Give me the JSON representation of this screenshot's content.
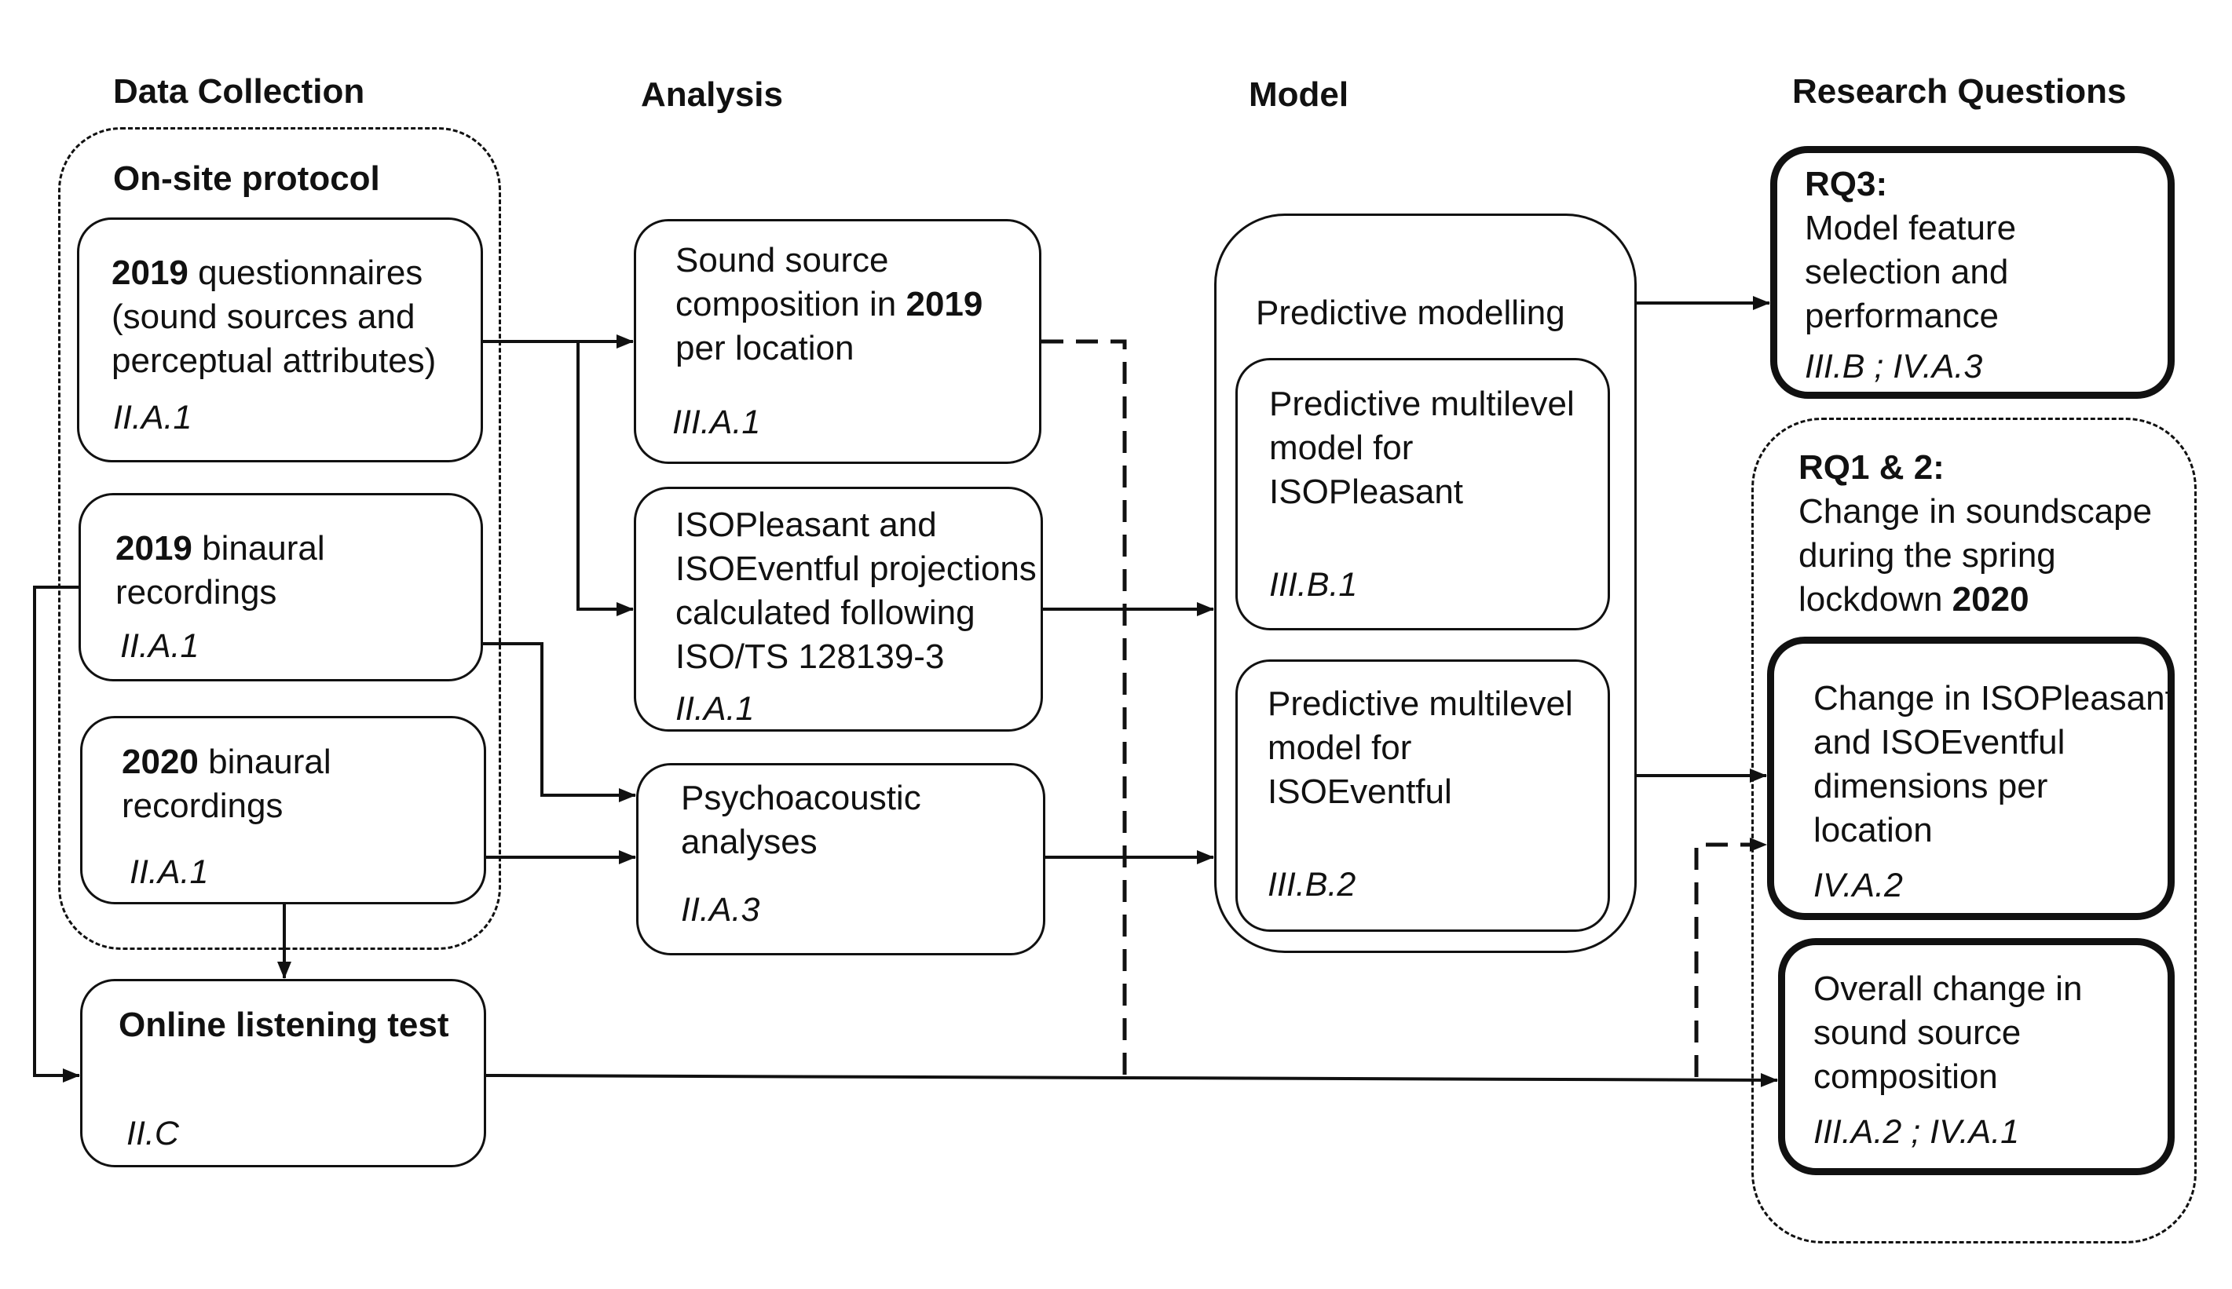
{
  "headers": {
    "data_collection": "Data Collection",
    "analysis": "Analysis",
    "model": "Model",
    "research_questions": "Research Questions"
  },
  "onsite": {
    "title": "On-site protocol",
    "questionnaires": {
      "year": "2019",
      "line1_rest": " questionnaires",
      "line2": "(sound sources and",
      "line3": "perceptual attributes)",
      "ref": "II.A.1"
    },
    "rec2019": {
      "year": "2019",
      "line1_rest": " binaural",
      "line2": "recordings",
      "ref": "II.A.1"
    },
    "rec2020": {
      "year": "2020",
      "line1_rest": " binaural",
      "line2": "recordings",
      "ref": "II.A.1"
    }
  },
  "online": {
    "title": "Online listening test",
    "ref": "II.C"
  },
  "analysis": {
    "sound_source": {
      "line1": "Sound source",
      "line2_pre": "composition in ",
      "line2_bold": "2019",
      "line3": "per location",
      "ref": "III.A.1"
    },
    "iso": {
      "line1": "ISOPleasant and",
      "line2": "ISOEventful projections",
      "line3": "calculated following",
      "line4": "ISO/TS 128139-3",
      "ref": "II.A.1"
    },
    "psycho": {
      "line1": "Psychoacoustic",
      "line2": "analyses",
      "ref": "II.A.3"
    }
  },
  "model": {
    "title": "Predictive modelling",
    "pleasant": {
      "line1": "Predictive multilevel",
      "line2": "model for",
      "line3": "ISOPleasant",
      "ref": "III.B.1"
    },
    "eventful": {
      "line1": "Predictive multilevel",
      "line2": "model for",
      "line3": "ISOEventful",
      "ref": "III.B.2"
    }
  },
  "rq": {
    "rq3": {
      "label": "RQ3:",
      "line1": "Model feature",
      "line2": "selection and",
      "line3": "performance",
      "ref": "III.B ; IV.A.3"
    },
    "rq12": {
      "label": "RQ1 & 2:",
      "line1": "Change in soundscape",
      "line2": "during the spring",
      "line3_pre": "lockdown ",
      "line3_bold": "2020"
    },
    "change_iso": {
      "line1": "Change in ISOPleasant",
      "line2": "and ISOEventful",
      "line3": "dimensions per",
      "line4": "location",
      "ref": "IV.A.2"
    },
    "overall": {
      "line1": "Overall change in",
      "line2": "sound source",
      "line3": "composition",
      "ref": "III.A.2 ; IV.A.1"
    }
  }
}
